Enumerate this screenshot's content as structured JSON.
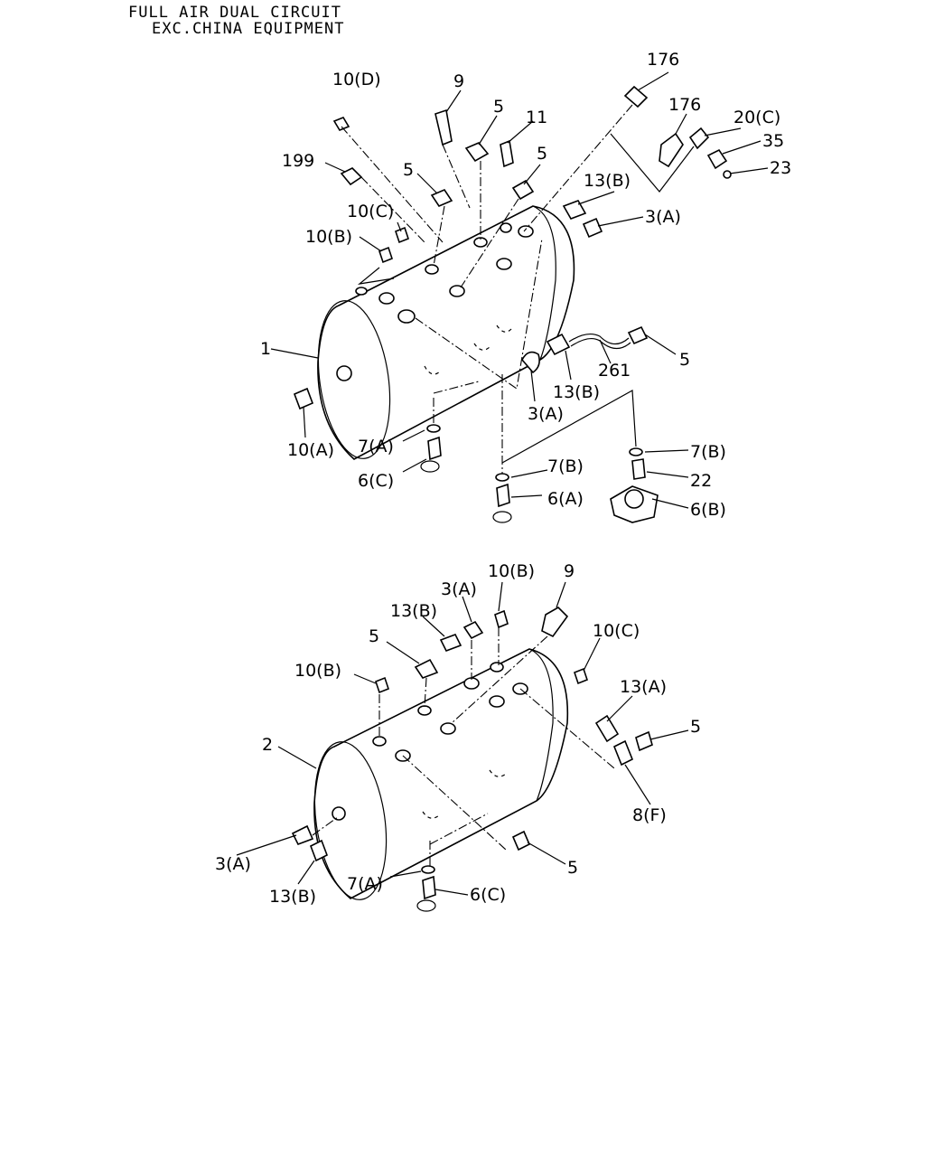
{
  "header": {
    "line1": "FULL AIR DUAL CIRCUIT",
    "line2": "EXC.CHINA EQUIPMENT"
  },
  "top_labels": {
    "l176a": "176",
    "l9": "9",
    "l10D": "10(D)",
    "l5a": "5",
    "l11": "11",
    "l176b": "176",
    "l20C": "20(C)",
    "l35": "35",
    "l23": "23",
    "l199": "199",
    "l5b": "5",
    "l5c": "5",
    "l13B_a": "13(B)",
    "l10C": "10(C)",
    "l3A_a": "3(A)",
    "l10B": "10(B)",
    "l1": "1",
    "l261": "261",
    "l5d": "5",
    "l13B_b": "13(B)",
    "l3A_b": "3(A)",
    "l10A": "10(A)",
    "l7A": "7(A)",
    "l7B_a": "7(B)",
    "l6C": "6(C)",
    "l7B_b": "7(B)",
    "l22": "22",
    "l6A": "6(A)",
    "l6B": "6(B)"
  },
  "bottom_labels": {
    "l10B_a": "10(B)",
    "l9": "9",
    "l3A_a": "3(A)",
    "l13B_a": "13(B)",
    "l10C": "10(C)",
    "l5a": "5",
    "l10B_b": "10(B)",
    "l13A": "13(A)",
    "l5b": "5",
    "l2": "2",
    "l8F": "8(F)",
    "l5c": "5",
    "l3A_b": "3(A)",
    "l7A": "7(A)",
    "l6C": "6(C)",
    "l13B_b": "13(B)"
  }
}
